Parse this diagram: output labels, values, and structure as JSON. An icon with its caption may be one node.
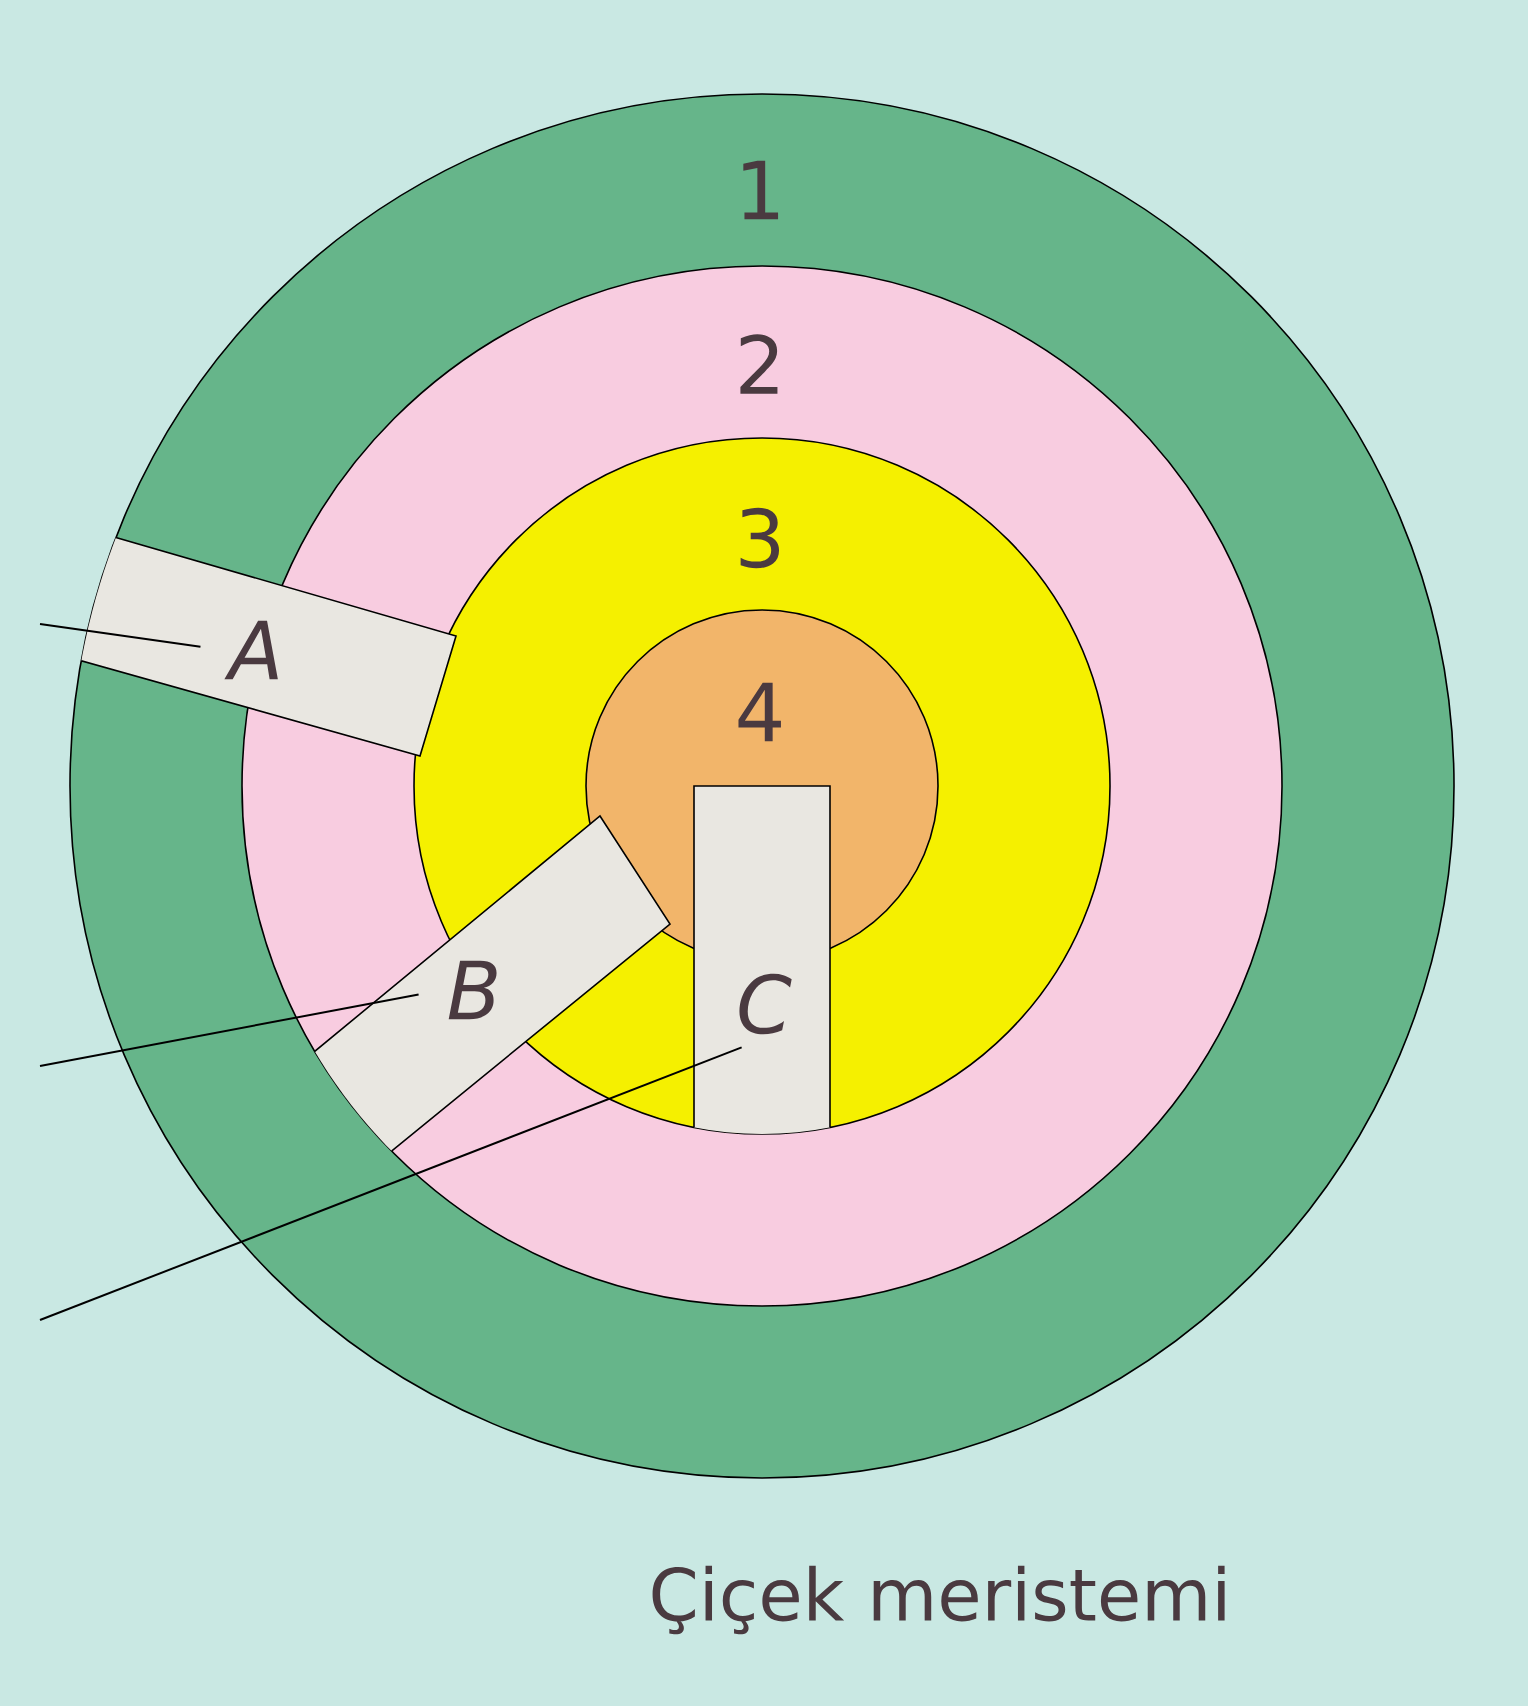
{
  "diagram": {
    "caption": "Çiçek meristemi",
    "nodes": [
      {
        "text": [
          "1"
        ]
      },
      {
        "text": [
          "2"
        ],
        "in": 0
      },
      {
        "text": [
          "3"
        ],
        "in": 1
      },
      {
        "text": [
          "4"
        ],
        "in": 2
      },
      {
        "text": [
          "A"
        ],
        "in": 0
      },
      {
        "text": [
          "B"
        ],
        "in": 1
      },
      {
        "text": [
          "C"
        ],
        "in": 2
      }
    ],
    "edges": [
      {
        "from": null,
        "to": 4,
        "arrow": "none"
      },
      {
        "from": null,
        "to": 5,
        "arrow": "none"
      },
      {
        "from": null,
        "to": 6,
        "arrow": "none"
      }
    ]
  }
}
